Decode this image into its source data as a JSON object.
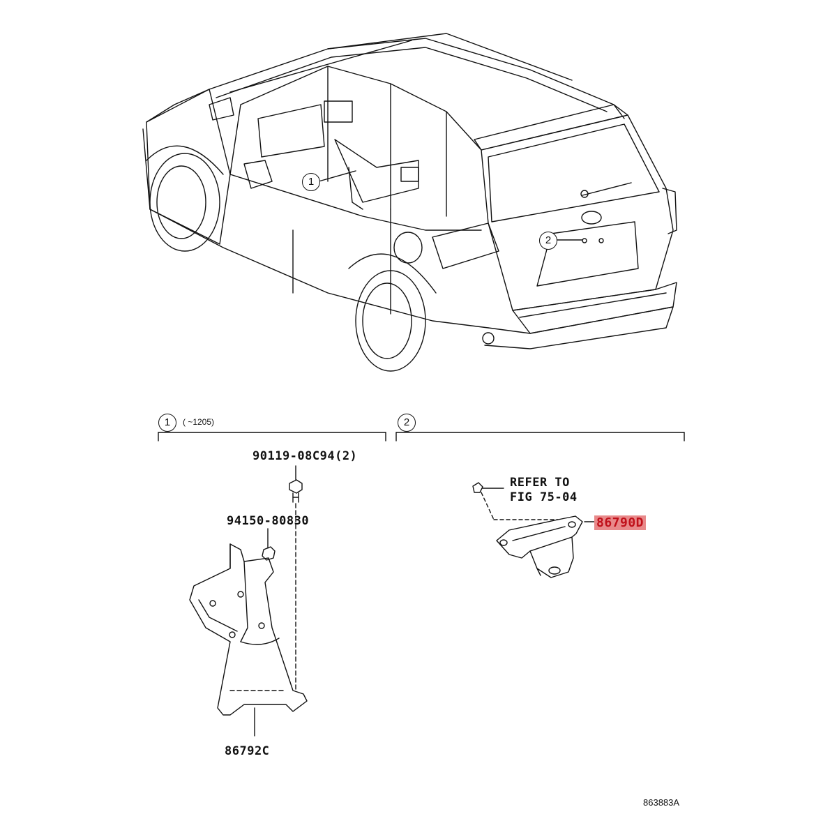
{
  "callouts": {
    "one": "1",
    "two": "2"
  },
  "section1": {
    "number": "1",
    "range_note": "(      ~1205)"
  },
  "section2": {
    "number": "2"
  },
  "parts": {
    "bolt": "90119-08C94(2)",
    "nut": "94150-80830",
    "bracket": "86792C",
    "camera": "86790D",
    "refer_line1": "REFER TO",
    "refer_line2": "FIG 75-04"
  },
  "figure_id": "863883A",
  "colors": {
    "highlight_bg": "#e8898a",
    "highlight_text": "#c0101a",
    "line": "#111111"
  }
}
